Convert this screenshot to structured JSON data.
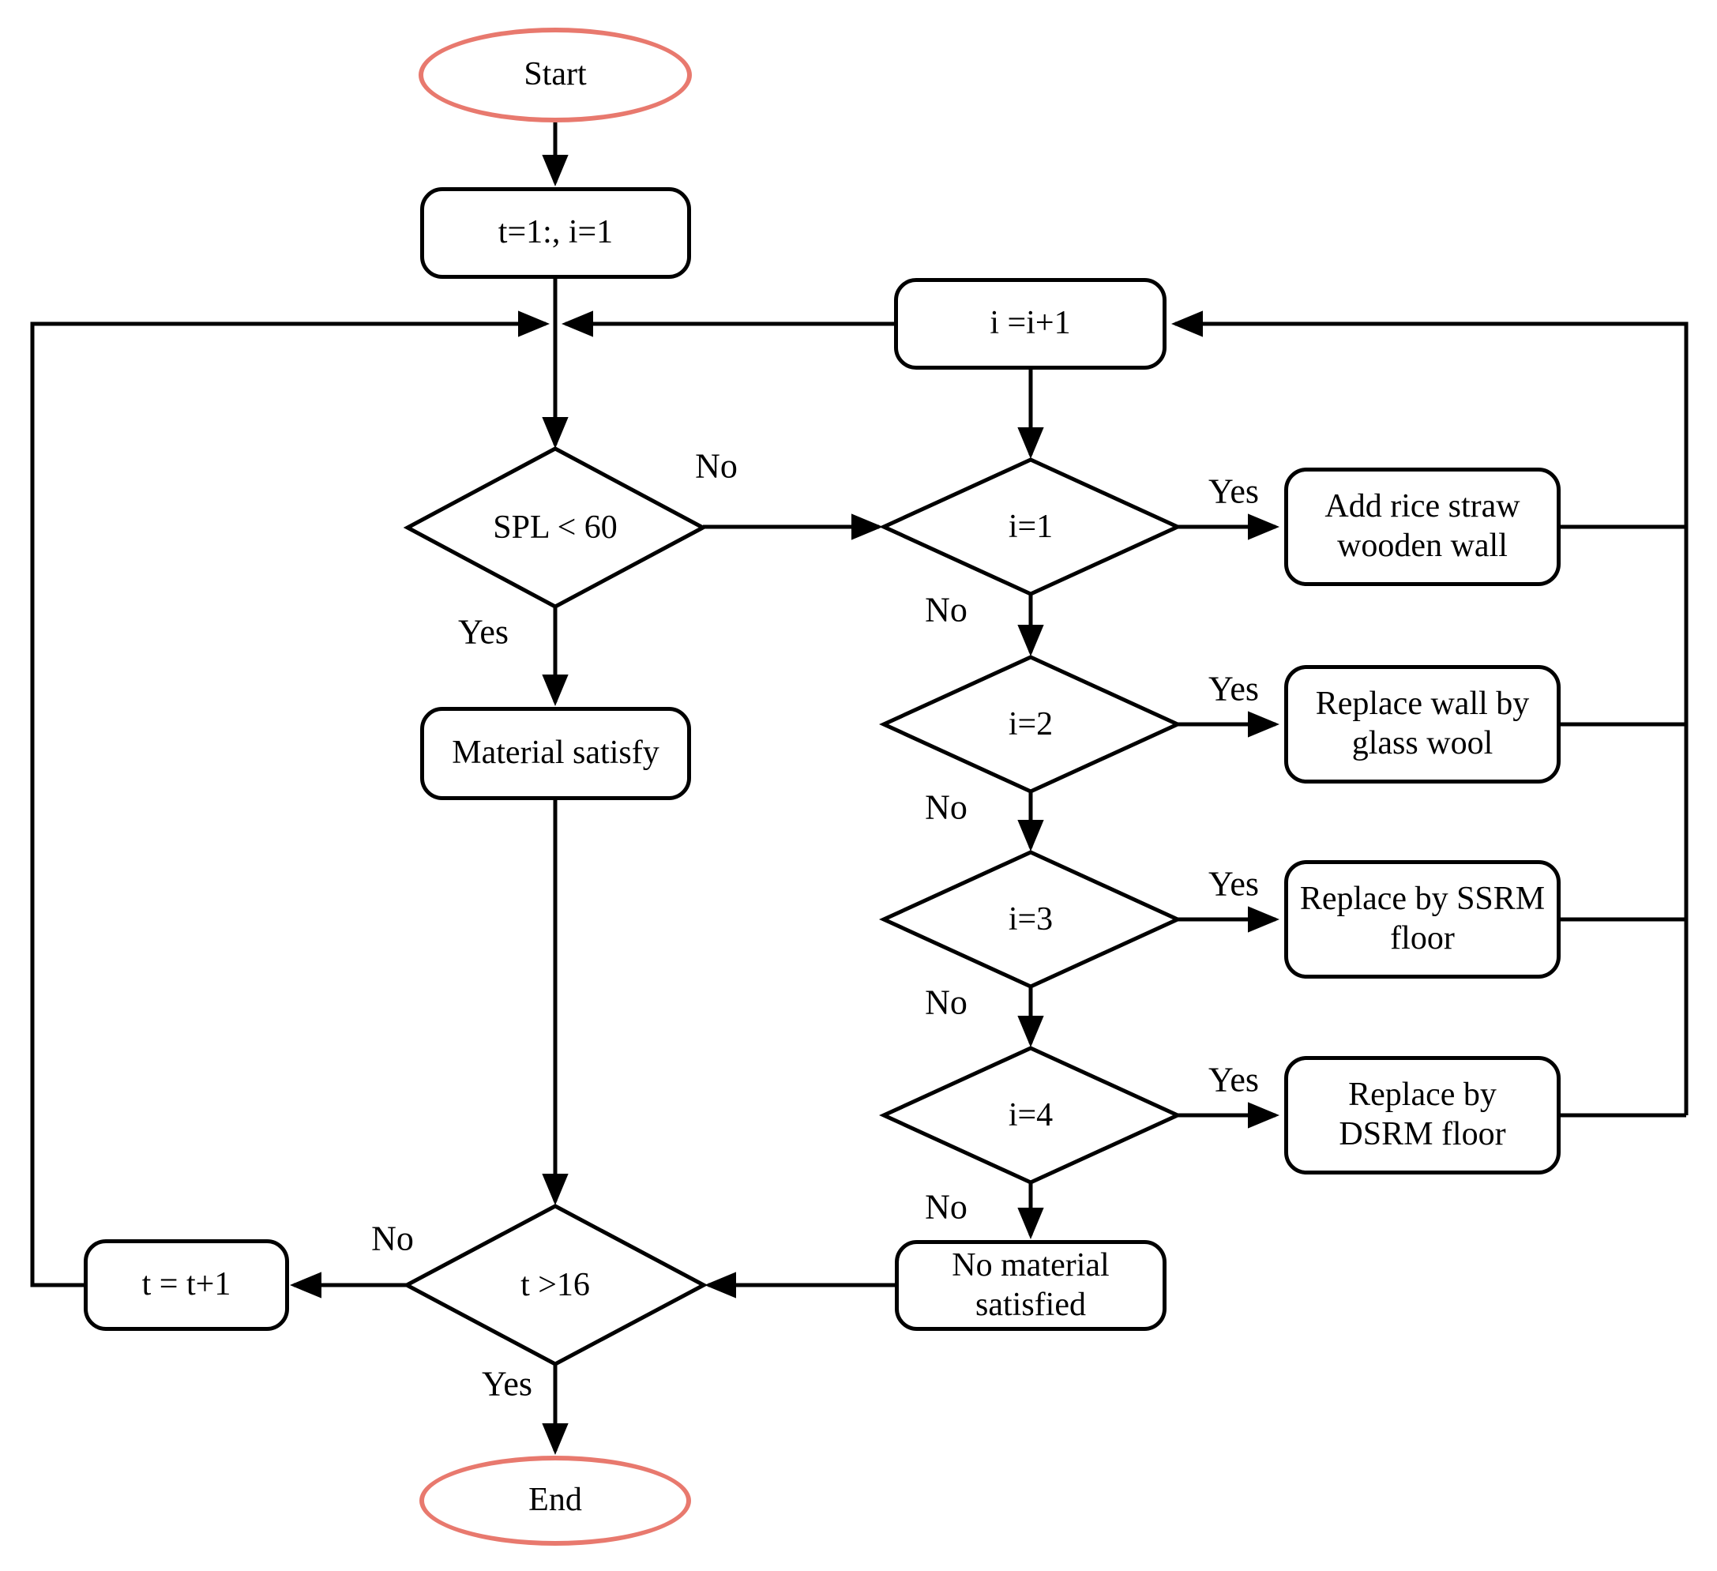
{
  "colors": {
    "terminator_border": "#e8796e",
    "stroke": "#000000",
    "fill": "#ffffff",
    "text": "#000000"
  },
  "nodes": {
    "start": {
      "label": "Start"
    },
    "init": {
      "label": "t=1:, i=1"
    },
    "increment_i": {
      "label": "i =i+1"
    },
    "spl_decision": {
      "label": "SPL < 60"
    },
    "material_satisfy": {
      "label": "Material satisfy"
    },
    "i1_decision": {
      "label": "i=1"
    },
    "i2_decision": {
      "label": "i=2"
    },
    "i3_decision": {
      "label": "i=3"
    },
    "i4_decision": {
      "label": "i=4"
    },
    "action_1": {
      "label": "Add rice straw wooden wall"
    },
    "action_2": {
      "label": "Replace wall by glass wool"
    },
    "action_3": {
      "label": "Replace by SSRM floor"
    },
    "action_4": {
      "label": "Replace by DSRM floor"
    },
    "no_material": {
      "label": "No material satisfied"
    },
    "increment_t": {
      "label": "t = t+1"
    },
    "t_decision": {
      "label": "t >16"
    },
    "end": {
      "label": "End"
    }
  },
  "edge_labels": {
    "spl_no": "No",
    "spl_yes": "Yes",
    "i1_yes": "Yes",
    "i1_no": "No",
    "i2_yes": "Yes",
    "i2_no": "No",
    "i3_yes": "Yes",
    "i3_no": "No",
    "i4_yes": "Yes",
    "i4_no": "No",
    "t_no": "No",
    "t_yes": "Yes"
  }
}
